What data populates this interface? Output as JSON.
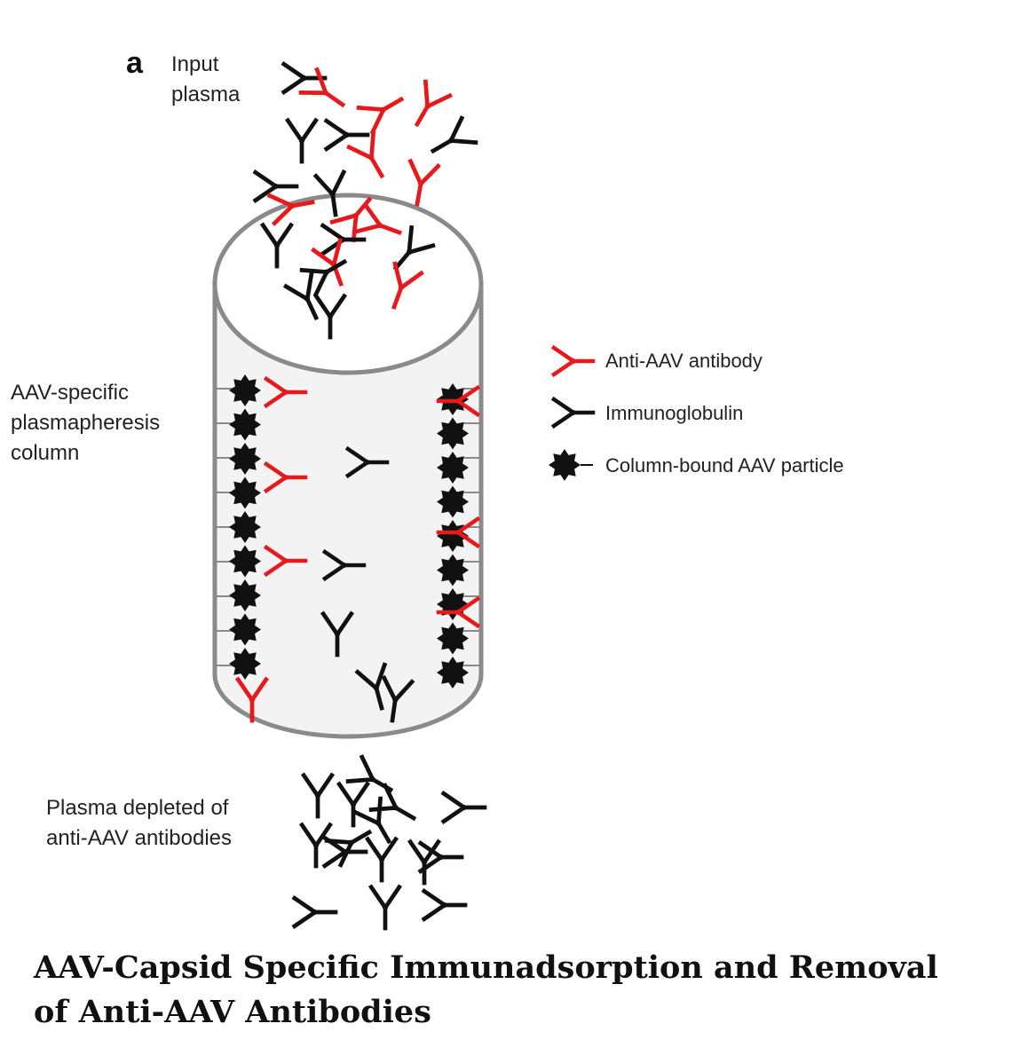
{
  "panel_letter": "a",
  "labels": {
    "input_line1": "Input",
    "input_line2": "plasma",
    "column_line1": "AAV-specific",
    "column_line2": "plasmapheresis",
    "column_line3": "column",
    "output_line1": "Plasma depleted of",
    "output_line2": "anti-AAV antibodies"
  },
  "legend": {
    "anti_aav": "Anti-AAV antibody",
    "immunoglobulin": "Immunoglobulin",
    "aav_particle": "Column-bound AAV particle"
  },
  "caption": {
    "line1": "AAV-Capsid Specific Immunadsorption and Removal",
    "line2": "of Anti-AAV  Antibodies"
  },
  "colors": {
    "anti_aav_antibody": "#e8191c",
    "immunoglobulin": "#111111",
    "column_outline": "#8a8a8a",
    "column_fill": "#f3f3f3"
  }
}
